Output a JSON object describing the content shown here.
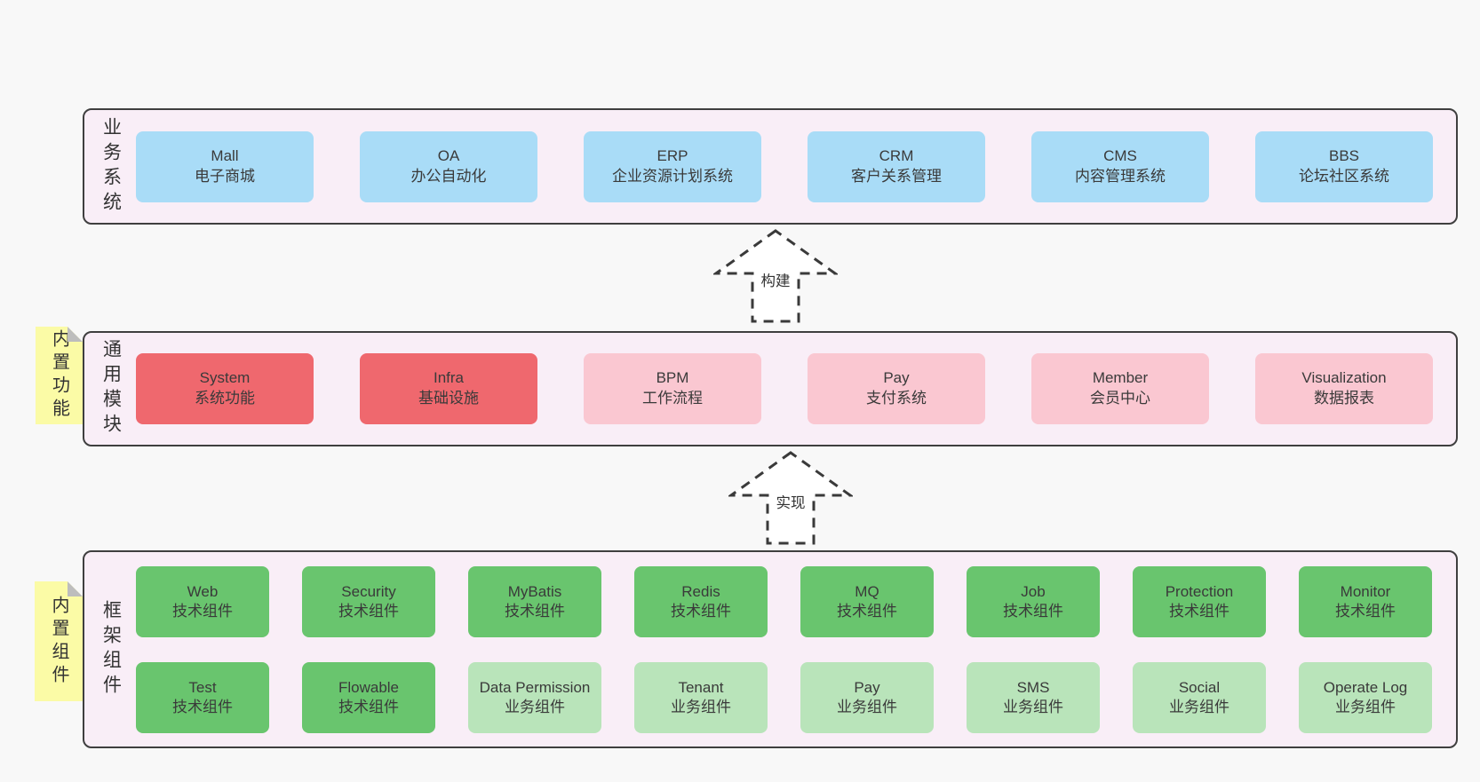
{
  "colors": {
    "page_bg": "#f8f8f8",
    "container_bg": "#f9eef7",
    "container_border": "#3f3f3f",
    "box_blue": "#a9dcf7",
    "box_red": "#ef686e",
    "box_pink": "#fac7d1",
    "box_green": "#69c56e",
    "box_green_light": "#b9e4ba",
    "note_bg": "#fbfba6",
    "note_fold": "#bdbdbd",
    "text": "#3a3a3a",
    "arrow": "#3a3a3a"
  },
  "layers": {
    "business": {
      "label": "业务系统",
      "boxes": [
        {
          "en": "Mall",
          "zh": "电子商城",
          "variant": "blue"
        },
        {
          "en": "OA",
          "zh": "办公自动化",
          "variant": "blue"
        },
        {
          "en": "ERP",
          "zh": "企业资源计划系统",
          "variant": "blue"
        },
        {
          "en": "CRM",
          "zh": "客户关系管理",
          "variant": "blue"
        },
        {
          "en": "CMS",
          "zh": "内容管理系统",
          "variant": "blue"
        },
        {
          "en": "BBS",
          "zh": "论坛社区系统",
          "variant": "blue"
        }
      ]
    },
    "modules": {
      "label": "通用模块",
      "note": "内置功能",
      "boxes": [
        {
          "en": "System",
          "zh": "系统功能",
          "variant": "red"
        },
        {
          "en": "Infra",
          "zh": "基础设施",
          "variant": "red"
        },
        {
          "en": "BPM",
          "zh": "工作流程",
          "variant": "pink"
        },
        {
          "en": "Pay",
          "zh": "支付系统",
          "variant": "pink"
        },
        {
          "en": "Member",
          "zh": "会员中心",
          "variant": "pink"
        },
        {
          "en": "Visualization",
          "zh": "数据报表",
          "variant": "pink"
        }
      ]
    },
    "framework": {
      "label": "框架组件",
      "note": "内置组件",
      "rows": [
        [
          {
            "en": "Web",
            "zh": "技术组件",
            "variant": "green"
          },
          {
            "en": "Security",
            "zh": "技术组件",
            "variant": "green"
          },
          {
            "en": "MyBatis",
            "zh": "技术组件",
            "variant": "green"
          },
          {
            "en": "Redis",
            "zh": "技术组件",
            "variant": "green"
          },
          {
            "en": "MQ",
            "zh": "技术组件",
            "variant": "green"
          },
          {
            "en": "Job",
            "zh": "技术组件",
            "variant": "green"
          },
          {
            "en": "Protection",
            "zh": "技术组件",
            "variant": "green"
          },
          {
            "en": "Monitor",
            "zh": "技术组件",
            "variant": "green"
          }
        ],
        [
          {
            "en": "Test",
            "zh": "技术组件",
            "variant": "green"
          },
          {
            "en": "Flowable",
            "zh": "技术组件",
            "variant": "green"
          },
          {
            "en": "Data Permission",
            "zh": "业务组件",
            "variant": "green-light"
          },
          {
            "en": "Tenant",
            "zh": "业务组件",
            "variant": "green-light"
          },
          {
            "en": "Pay",
            "zh": "业务组件",
            "variant": "green-light"
          },
          {
            "en": "SMS",
            "zh": "业务组件",
            "variant": "green-light"
          },
          {
            "en": "Social",
            "zh": "业务组件",
            "variant": "green-light"
          },
          {
            "en": "Operate Log",
            "zh": "业务组件",
            "variant": "green-light"
          }
        ]
      ]
    }
  },
  "arrows": [
    {
      "label": "构建"
    },
    {
      "label": "实现"
    }
  ]
}
